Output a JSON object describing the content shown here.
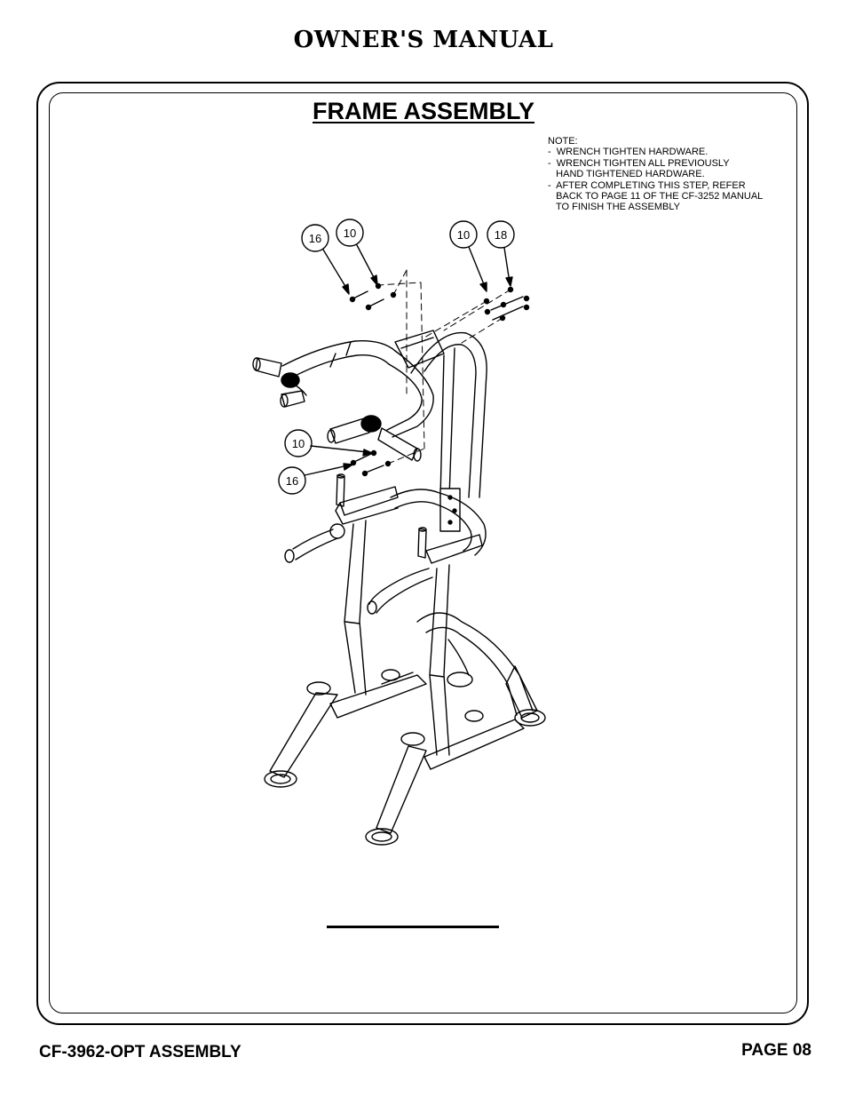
{
  "header": {
    "title": "OWNER'S MANUAL"
  },
  "section": {
    "title": "FRAME ASSEMBLY"
  },
  "note": {
    "lines": [
      "NOTE:",
      "-  WRENCH TIGHTEN HARDWARE.",
      "-  WRENCH TIGHTEN ALL PREVIOUSLY",
      "   HAND TIGHTENED HARDWARE.",
      "-  AFTER COMPLETING THIS STEP, REFER",
      "   BACK TO PAGE 11 OF THE CF-3252 MANUAL",
      "   TO FINISH THE ASSEMBLY"
    ]
  },
  "callouts": [
    "16",
    "10",
    "10",
    "18",
    "10",
    "16"
  ],
  "footer": {
    "model": "CF-3962-OPT ASSEMBLY",
    "page": "PAGE 08"
  }
}
